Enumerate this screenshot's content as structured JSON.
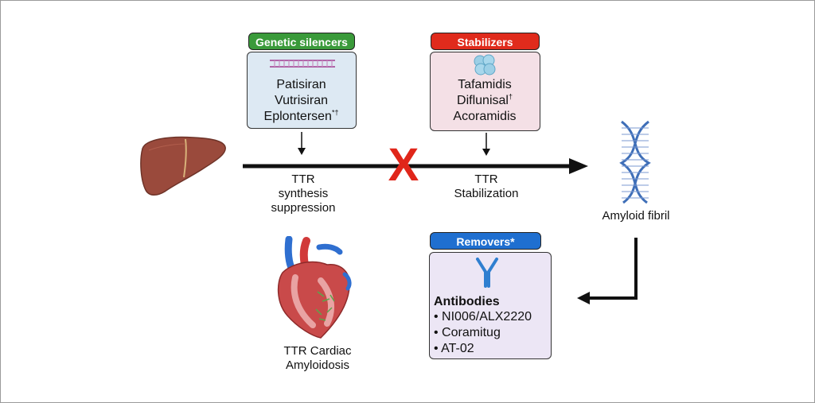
{
  "colors": {
    "silencers": "#3a9a3a",
    "silencers_box": "#dde9f3",
    "stabilizers": "#e02b1c",
    "stabilizers_box": "#f4e0e6",
    "removers": "#1f6fd0",
    "removers_box": "#ece6f5",
    "block_x": "#e0261a",
    "axis": "#111111"
  },
  "silencers": {
    "title": "Genetic silencers",
    "icon": "rna-strand-icon",
    "drugs": [
      "Patisiran",
      "Vutrisiran",
      "Eplontersen"
    ],
    "drug3_sup": "*†"
  },
  "stabilizers": {
    "title": "Stabilizers",
    "icon": "ttr-tetramer-icon",
    "drugs": [
      "Tafamidis",
      "Diflunisal",
      "Acoramidis"
    ],
    "drug2_sup": "†"
  },
  "removers": {
    "title": "Removers*",
    "icon": "antibody-icon",
    "heading": "Antibodies",
    "items": [
      "• NI006/ALX2220",
      "• Coramitug",
      "• AT-02"
    ]
  },
  "labels": {
    "synthesis": [
      "TTR",
      "synthesis",
      "suppression"
    ],
    "stabilization": [
      "TTR",
      "Stabilization"
    ],
    "fibril": "Amyloid fibril",
    "cardiac": [
      "TTR Cardiac",
      "Amyloidosis"
    ]
  },
  "block_mark": "X"
}
